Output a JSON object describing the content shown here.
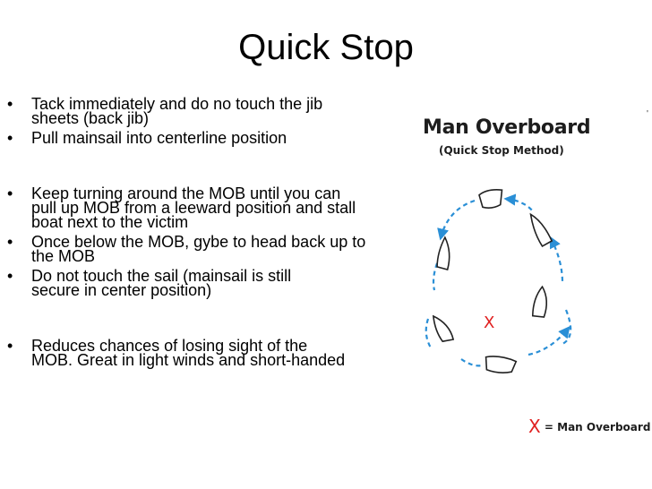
{
  "slide": {
    "title": "Quick Stop",
    "bullet_char": "•",
    "bullets": [
      "Tack immediately and do no touch the jib sheets (back jib)",
      "Pull mainsail into centerline position",
      "Keep turning around the MOB until you can pull up MOB from a leeward position and stall boat next to the victim",
      "Once below the MOB, gybe to head back up to the MOB",
      "Do not touch the sail (mainsail is still secure in center position)",
      "Reduces chances of losing sight of the MOB. Great in light winds and short-handed"
    ]
  },
  "figure": {
    "title": "Man Overboard",
    "subtitle": "(Quick Stop Method)",
    "mob_marker": "X",
    "legend_text": "= Man Overboard",
    "colors": {
      "path": "#2a8fd6",
      "marker": "#e02020",
      "boat": "#222222"
    }
  }
}
